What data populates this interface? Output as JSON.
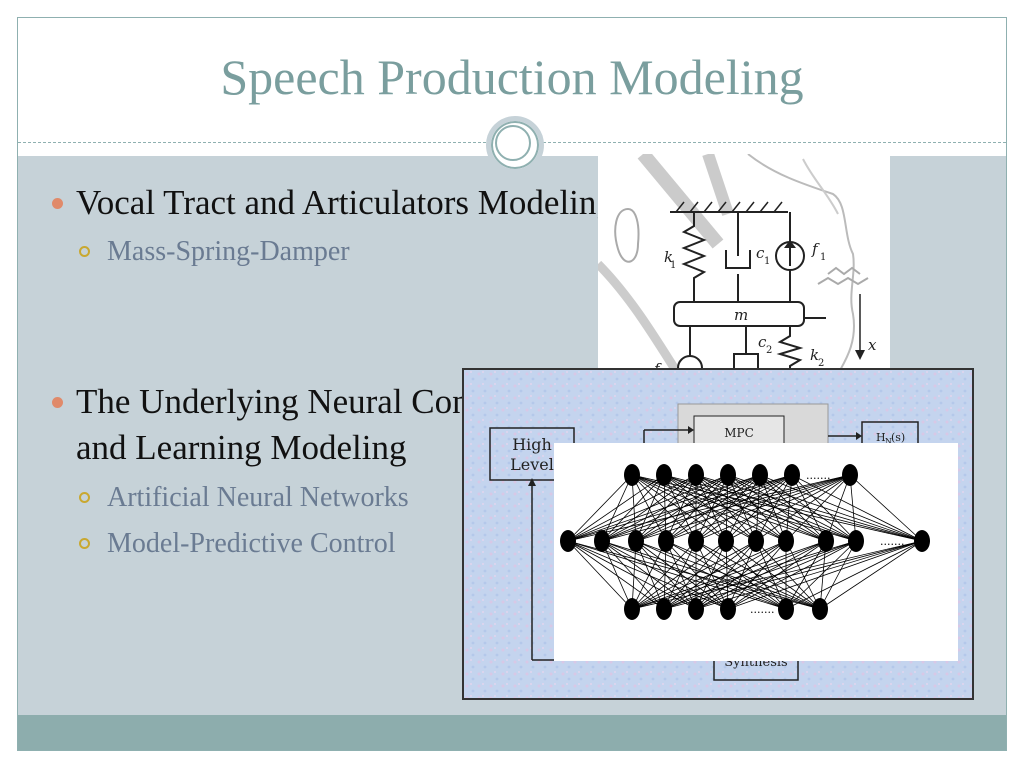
{
  "slide": {
    "title": "Speech Production Modeling",
    "bullets": [
      {
        "text": "Vocal Tract and Articulators Modeling",
        "sub": [
          "Mass-Spring-Damper"
        ]
      },
      {
        "line1": "The Underlying Neural Control",
        "line2": "and Learning Modeling",
        "sub": [
          "Artificial Neural Networks",
          "Model-Predictive Control"
        ]
      }
    ]
  },
  "figures": {
    "vocal_tract": {
      "labels": {
        "k1": "k",
        "k1_sub": "1",
        "c1": "c",
        "c1_sub": "1",
        "f1": "f",
        "f1_sub": "1",
        "m": "m",
        "c2": "c",
        "c2_sub": "2",
        "k2": "k",
        "k2_sub": "2",
        "x": "x",
        "f2": "f"
      }
    },
    "mpc_diagram": {
      "high_level_1": "High",
      "high_level_2": "Level",
      "mpc": "MPC",
      "hn": "H",
      "hn_sub": "N",
      "hn_suffix": "(s)",
      "synthesis": "Synthesis"
    },
    "neural_net": {
      "ellipsis": "......."
    }
  },
  "colors": {
    "title": "#7a9e9e",
    "content_bg": "#c6d2d8",
    "footer": "#8dadad",
    "bullet_dot": "#e08a6a",
    "sub_ring": "#c9a830",
    "sub_text": "#6a7b92"
  }
}
